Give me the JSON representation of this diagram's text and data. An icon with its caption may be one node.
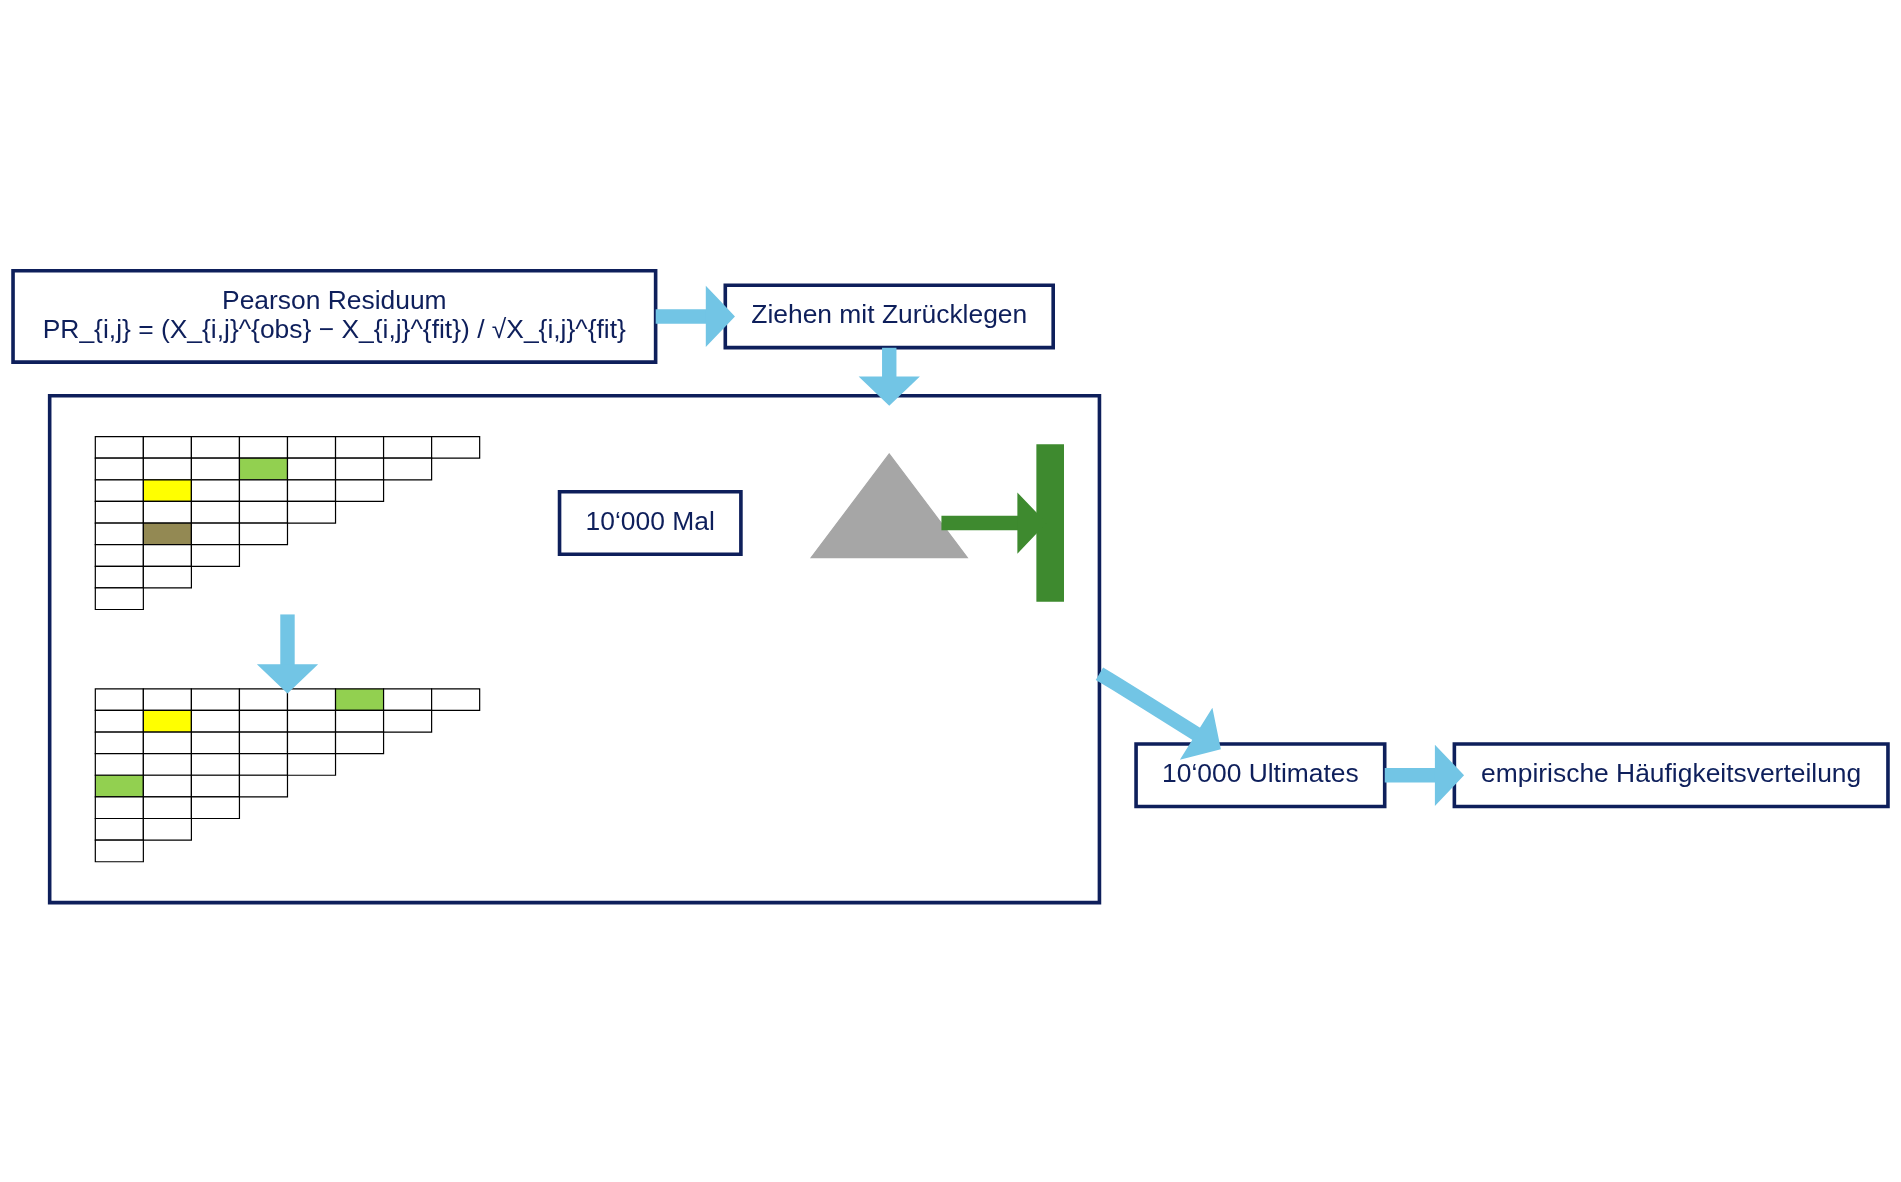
{
  "diagram": {
    "nodes": [
      {
        "text": [
          "Pearson Residuum",
          "PR_{i,j} = (X_{i,j}^{obs} − X_{i,j}^{fit}) / √X_{i,j}^{fit}"
        ]
      },
      {
        "text": [
          "Ziehen mit Zurücklegen"
        ]
      },
      {
        "text": [],
        "shape": "box"
      },
      {
        "text": [],
        "shape": "triangle",
        "in": 2
      },
      {
        "text": [],
        "shape": "bar",
        "in": 2
      },
      {
        "text": [
          "10‘000 Mal"
        ],
        "in": 2
      },
      {
        "text": [],
        "shape": "picture",
        "in": 2
      },
      {
        "text": [],
        "shape": "picture",
        "in": 2
      },
      {
        "text": [
          "10‘000 Ultimates"
        ]
      },
      {
        "text": [
          "empirische Häufigkeitsverteilung"
        ]
      }
    ],
    "edges": [
      {
        "from": 0,
        "to": 1,
        "arrow": "to"
      },
      {
        "from": 1,
        "to": 2,
        "arrow": "to"
      },
      {
        "from": 3,
        "to": 4,
        "arrow": "to",
        "color": "#3e8a2f"
      },
      {
        "from": 6,
        "to": 7,
        "arrow": "to"
      },
      {
        "from": 2,
        "to": 8,
        "arrow": "to"
      },
      {
        "from": 8,
        "to": 9,
        "arrow": "to"
      }
    ]
  }
}
